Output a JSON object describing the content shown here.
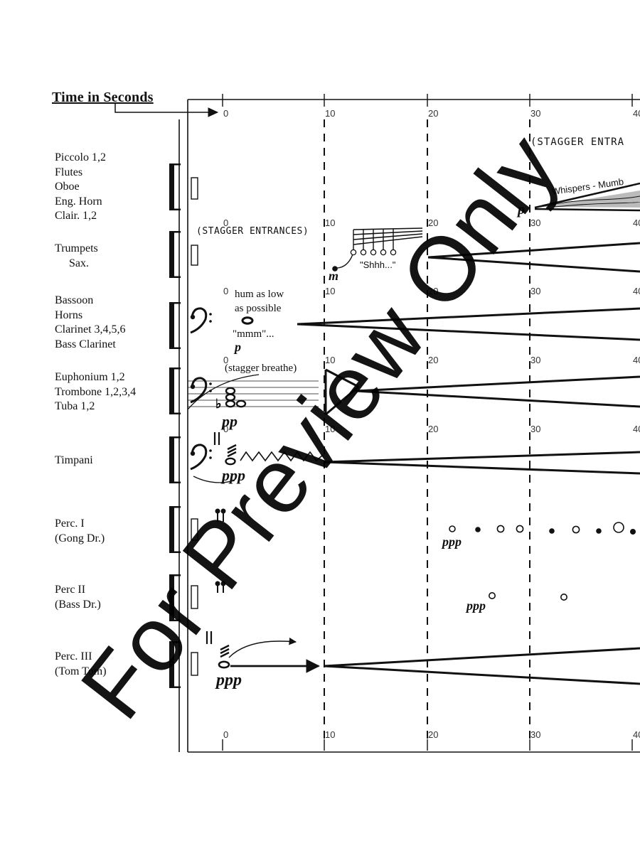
{
  "header": {
    "time_label": "Time in Seconds"
  },
  "time_ticks": [
    "0",
    "10",
    "20",
    "30",
    "40"
  ],
  "instrument_groups": [
    {
      "id": "woodwinds",
      "lines": [
        "Piccolo 1,2",
        "Flutes",
        "Oboe",
        "Eng. Horn",
        "Clair. 1,2"
      ]
    },
    {
      "id": "trumpets",
      "lines": [
        "Trumpets",
        "Sax."
      ]
    },
    {
      "id": "low-reeds",
      "lines": [
        "Bassoon",
        "Horns",
        "Clarinet 3,4,5,6",
        "Bass Clarinet"
      ]
    },
    {
      "id": "low-brass",
      "lines": [
        "Euphonium 1,2",
        "Trombone 1,2,3,4",
        "Tuba 1,2"
      ]
    },
    {
      "id": "timpani",
      "lines": [
        "Timpani"
      ]
    },
    {
      "id": "perc-1",
      "lines": [
        "Perc. I",
        "(Gong Dr.)"
      ]
    },
    {
      "id": "perc-2",
      "lines": [
        "Perc II",
        "(Bass Dr.)"
      ]
    },
    {
      "id": "perc-3",
      "lines": [
        "Perc. III",
        "(Tom Tom)"
      ]
    }
  ],
  "annotations": {
    "stagger_top": "(STAGGER ENTRA",
    "whispers": "Whispers - Mumb",
    "stagger_trumpets": "(STAGGER ENTRANCES)",
    "shhh": "\"Shhh...\"",
    "hum_line1": "hum as low",
    "hum_line2": "as possible",
    "mmm": "\"mmm\"...",
    "stagger_breathe": "(stagger breathe)"
  },
  "dynamics": {
    "woodwinds": "p",
    "trumpets": "m",
    "low_reeds": "p",
    "low_brass": "pp",
    "timpani": "ppp",
    "perc1": "ppp",
    "perc2": "ppp",
    "perc3": "ppp"
  },
  "watermark": "For Preview Only"
}
